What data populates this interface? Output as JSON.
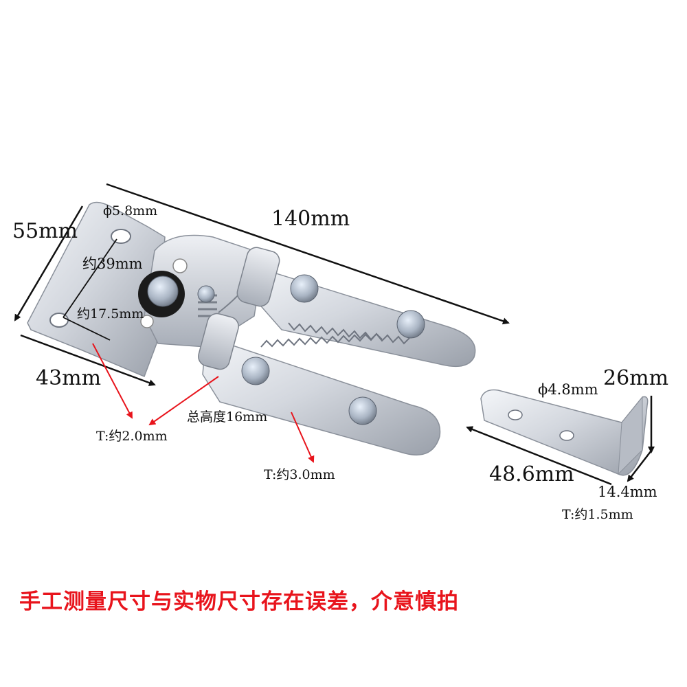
{
  "labels": {
    "width_55": "55mm",
    "length_140": "140mm",
    "hole_diameter_large": "ϕ5.8mm",
    "hole_spacing_39": "约39mm",
    "hole_spacing_17_5": "约17.5mm",
    "base_43": "43mm",
    "thickness_2": "T:约2.0mm",
    "total_height": "总高度16mm",
    "thickness_3": "T:约3.0mm",
    "hole_diameter_small": "ϕ4.8mm",
    "hook_height_26": "26mm",
    "hook_length_48_6": "48.6mm",
    "hook_depth_14_4": "14.4mm",
    "thickness_1_5": "T:约1.5mm"
  },
  "disclaimer": "手工测量尺寸与实物尺寸存在误差，介意慎拍",
  "colors": {
    "disclaimer": "#e8141c",
    "pointer_arrow": "#e8141c",
    "dimension_arrow": "#111111",
    "metal_light": "#e6e9ee",
    "metal_mid": "#b9bec7",
    "metal_dark": "#7d838d"
  }
}
